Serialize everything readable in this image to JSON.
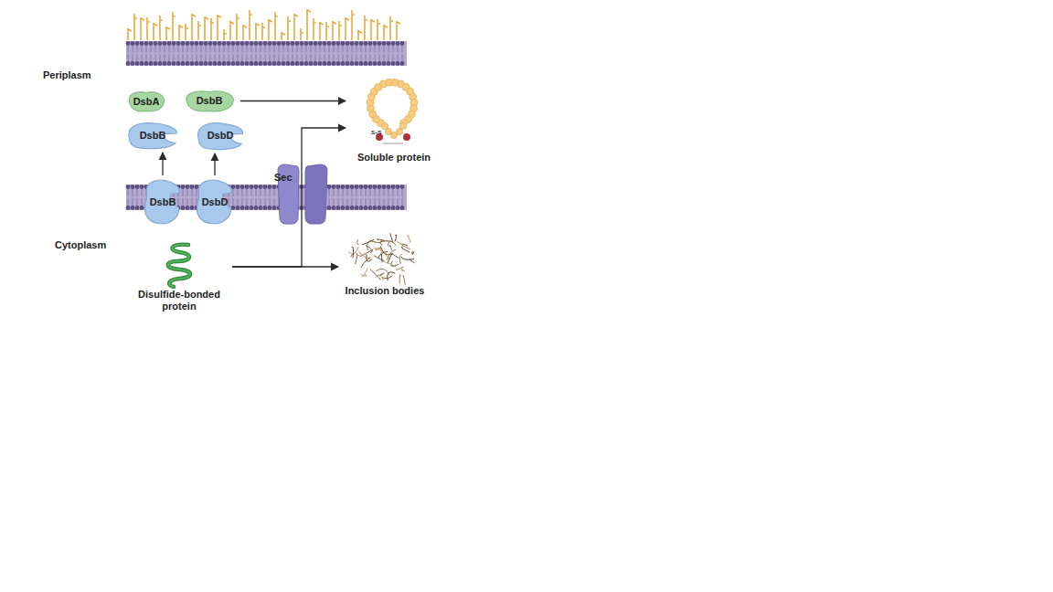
{
  "diagram": {
    "nodes": [
      {
        "text": [
          "DsbA"
        ]
      },
      {
        "text": [
          "DsbB"
        ]
      },
      {
        "text": [
          "DsbB"
        ]
      },
      {
        "text": [
          "DsbD"
        ]
      },
      {
        "text": [
          "DsbB"
        ]
      },
      {
        "text": [
          "DsbD"
        ]
      },
      {
        "text": [
          "Sec"
        ]
      },
      {
        "text": [
          "Soluble protein"
        ]
      },
      {
        "text": [
          "Disulfide-bonded protein"
        ]
      },
      {
        "text": [
          "Inclusion bodies"
        ]
      }
    ],
    "edges": [
      {
        "from": 4,
        "to": 2,
        "arrow": "to"
      },
      {
        "from": 5,
        "to": 3,
        "arrow": "to"
      },
      {
        "from": 1,
        "to": 7,
        "arrow": "to"
      },
      {
        "from": 8,
        "to": 7,
        "arrow": "to"
      },
      {
        "from": 8,
        "to": 9,
        "arrow": "to"
      }
    ],
    "labels": [
      "Periplasm",
      "Cytoplasm",
      "S–S"
    ]
  }
}
